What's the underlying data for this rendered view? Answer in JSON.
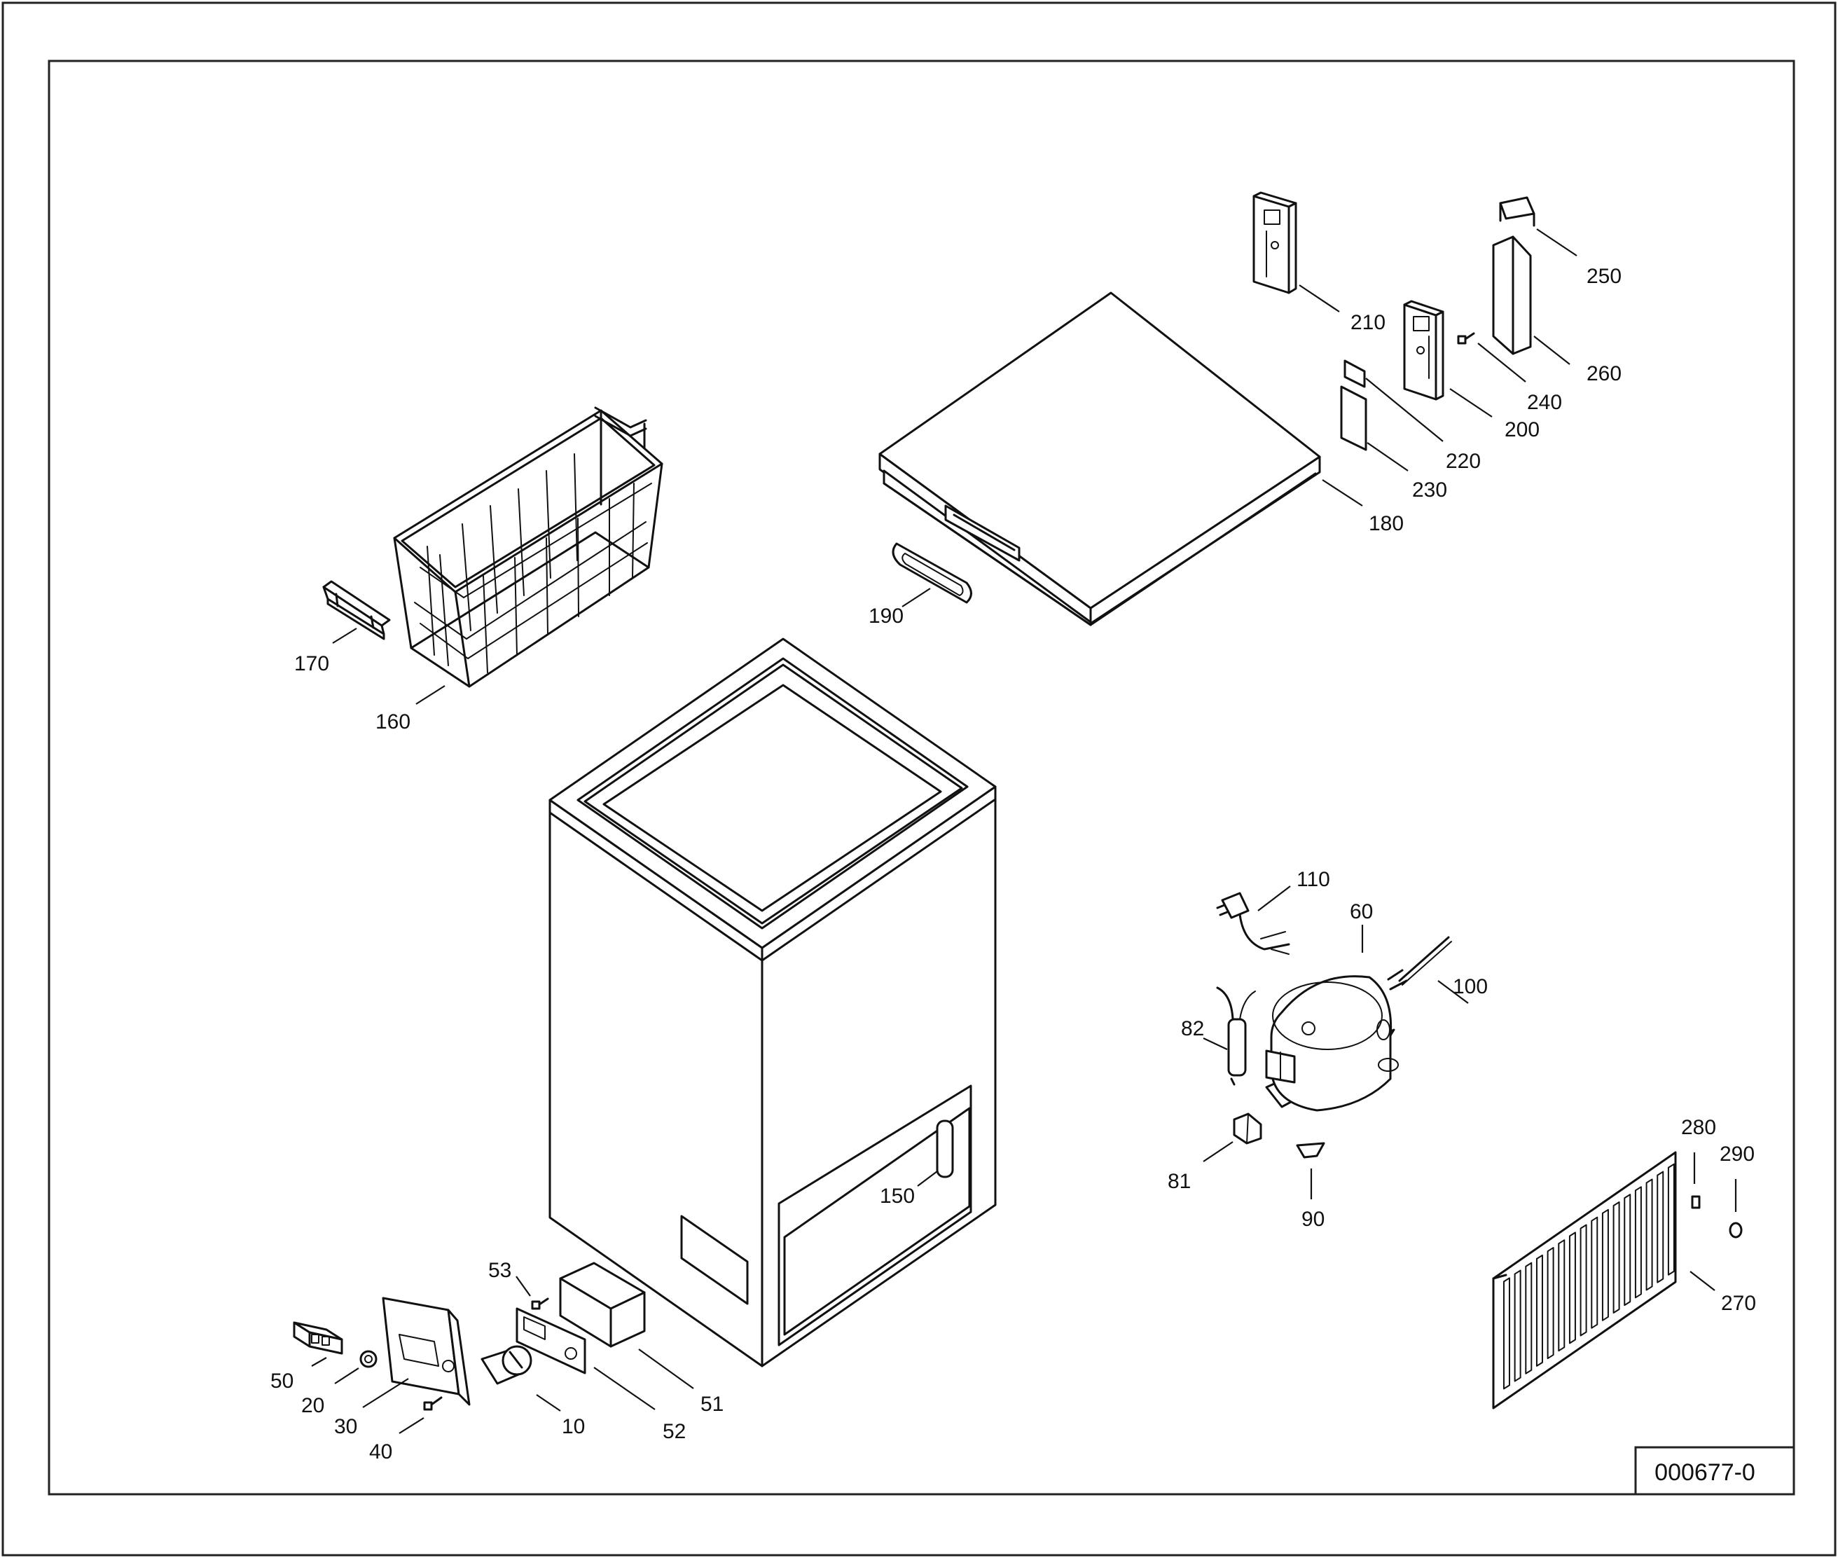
{
  "drawing_number": "000677-0",
  "callouts": [
    {
      "id": "c10",
      "label": "10"
    },
    {
      "id": "c20",
      "label": "20"
    },
    {
      "id": "c30",
      "label": "30"
    },
    {
      "id": "c40",
      "label": "40"
    },
    {
      "id": "c50",
      "label": "50"
    },
    {
      "id": "c51",
      "label": "51"
    },
    {
      "id": "c52",
      "label": "52"
    },
    {
      "id": "c53",
      "label": "53"
    },
    {
      "id": "c60",
      "label": "60"
    },
    {
      "id": "c81",
      "label": "81"
    },
    {
      "id": "c82",
      "label": "82"
    },
    {
      "id": "c90",
      "label": "90"
    },
    {
      "id": "c100",
      "label": "100"
    },
    {
      "id": "c110",
      "label": "110"
    },
    {
      "id": "c150",
      "label": "150"
    },
    {
      "id": "c160",
      "label": "160"
    },
    {
      "id": "c170",
      "label": "170"
    },
    {
      "id": "c180",
      "label": "180"
    },
    {
      "id": "c190",
      "label": "190"
    },
    {
      "id": "c200",
      "label": "200"
    },
    {
      "id": "c210",
      "label": "210"
    },
    {
      "id": "c220",
      "label": "220"
    },
    {
      "id": "c230",
      "label": "230"
    },
    {
      "id": "c240",
      "label": "240"
    },
    {
      "id": "c250",
      "label": "250"
    },
    {
      "id": "c260",
      "label": "260"
    },
    {
      "id": "c270",
      "label": "270"
    },
    {
      "id": "c280",
      "label": "280"
    },
    {
      "id": "c290",
      "label": "290"
    }
  ]
}
